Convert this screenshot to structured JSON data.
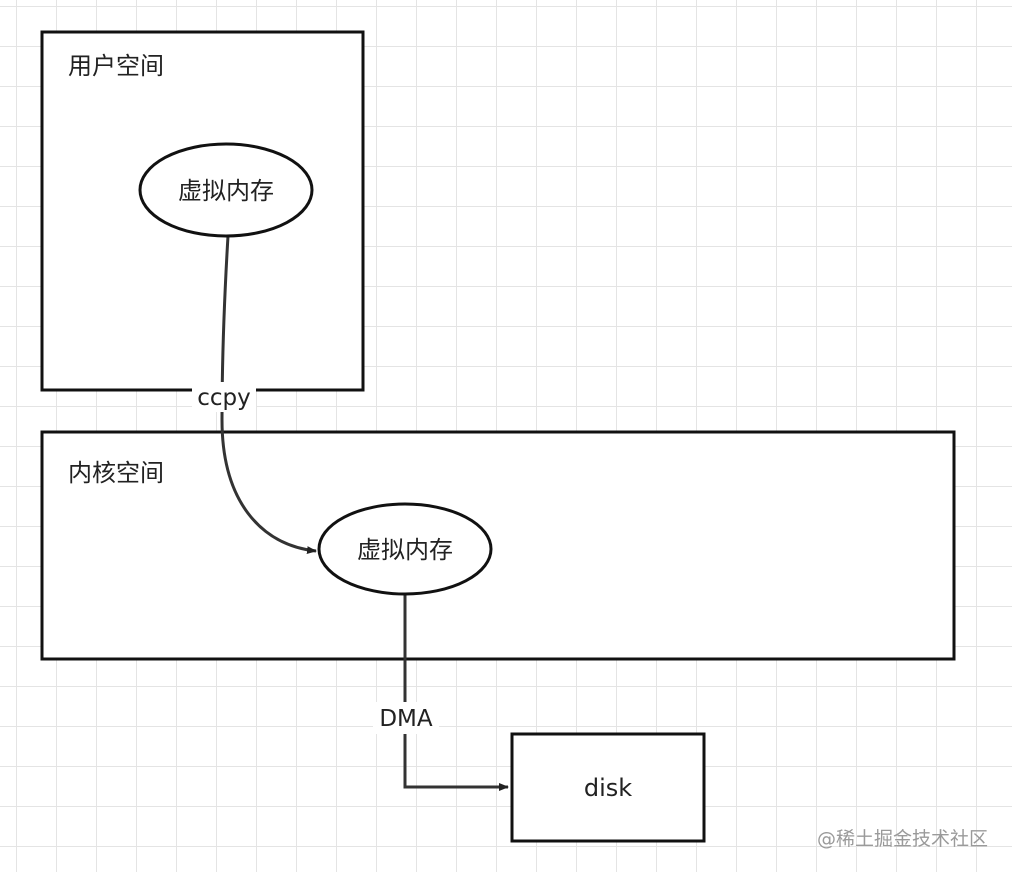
{
  "diagram": {
    "user_space": {
      "label": "用户空间"
    },
    "kernel_space": {
      "label": "内核空间"
    },
    "user_virtual_memory": {
      "label": "虚拟内存"
    },
    "kernel_virtual_memory": {
      "label": "虚拟内存"
    },
    "disk": {
      "label": "disk"
    },
    "edges": {
      "user_to_kernel": {
        "label": "ccpy"
      },
      "kernel_to_disk": {
        "label": "DMA"
      }
    }
  },
  "watermark": {
    "text": "@稀土掘金技术社区"
  }
}
